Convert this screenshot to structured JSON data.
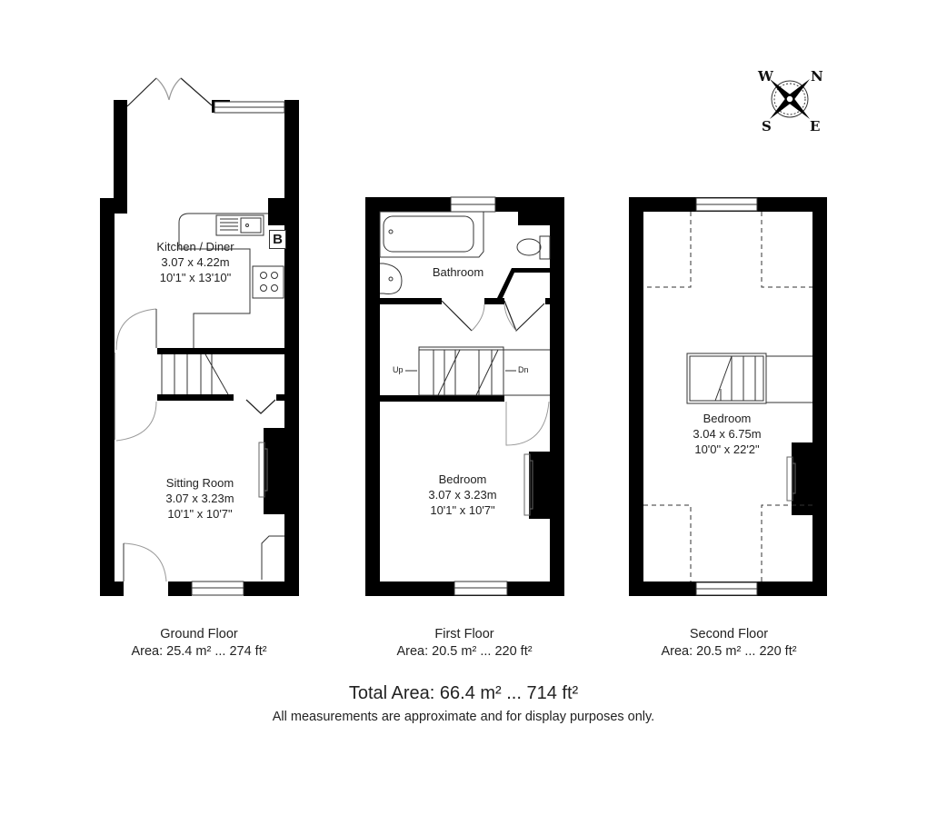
{
  "compass": {
    "n": "N",
    "e": "E",
    "s": "S",
    "w": "W"
  },
  "floors": [
    {
      "name": "Ground Floor",
      "area": "Area: 25.4 m² ... 274 ft²",
      "rooms": [
        {
          "name": "Kitchen / Diner",
          "metric": "3.07 x 4.22m",
          "imperial": "10'1\" x 13'10\""
        },
        {
          "name": "Sitting Room",
          "metric": "3.07 x 3.23m",
          "imperial": "10'1\" x 10'7\""
        }
      ],
      "boiler_label": "B"
    },
    {
      "name": "First Floor",
      "area": "Area: 20.5 m² ... 220 ft²",
      "rooms": [
        {
          "name": "Bathroom"
        },
        {
          "name": "Bedroom",
          "metric": "3.07 x 3.23m",
          "imperial": "10'1\" x 10'7\""
        }
      ],
      "stairs": {
        "up": "Up",
        "down": "Dn"
      }
    },
    {
      "name": "Second Floor",
      "area": "Area: 20.5 m² ... 220 ft²",
      "rooms": [
        {
          "name": "Bedroom",
          "metric": "3.04 x 6.75m",
          "imperial": "10'0\" x 22'2\""
        }
      ]
    }
  ],
  "total_area": "Total Area: 66.4 m² ... 714 ft²",
  "disclaimer": "All measurements are approximate and for display purposes only.",
  "colors": {
    "wall": "#000000",
    "background": "#ffffff",
    "line": "#333333"
  }
}
